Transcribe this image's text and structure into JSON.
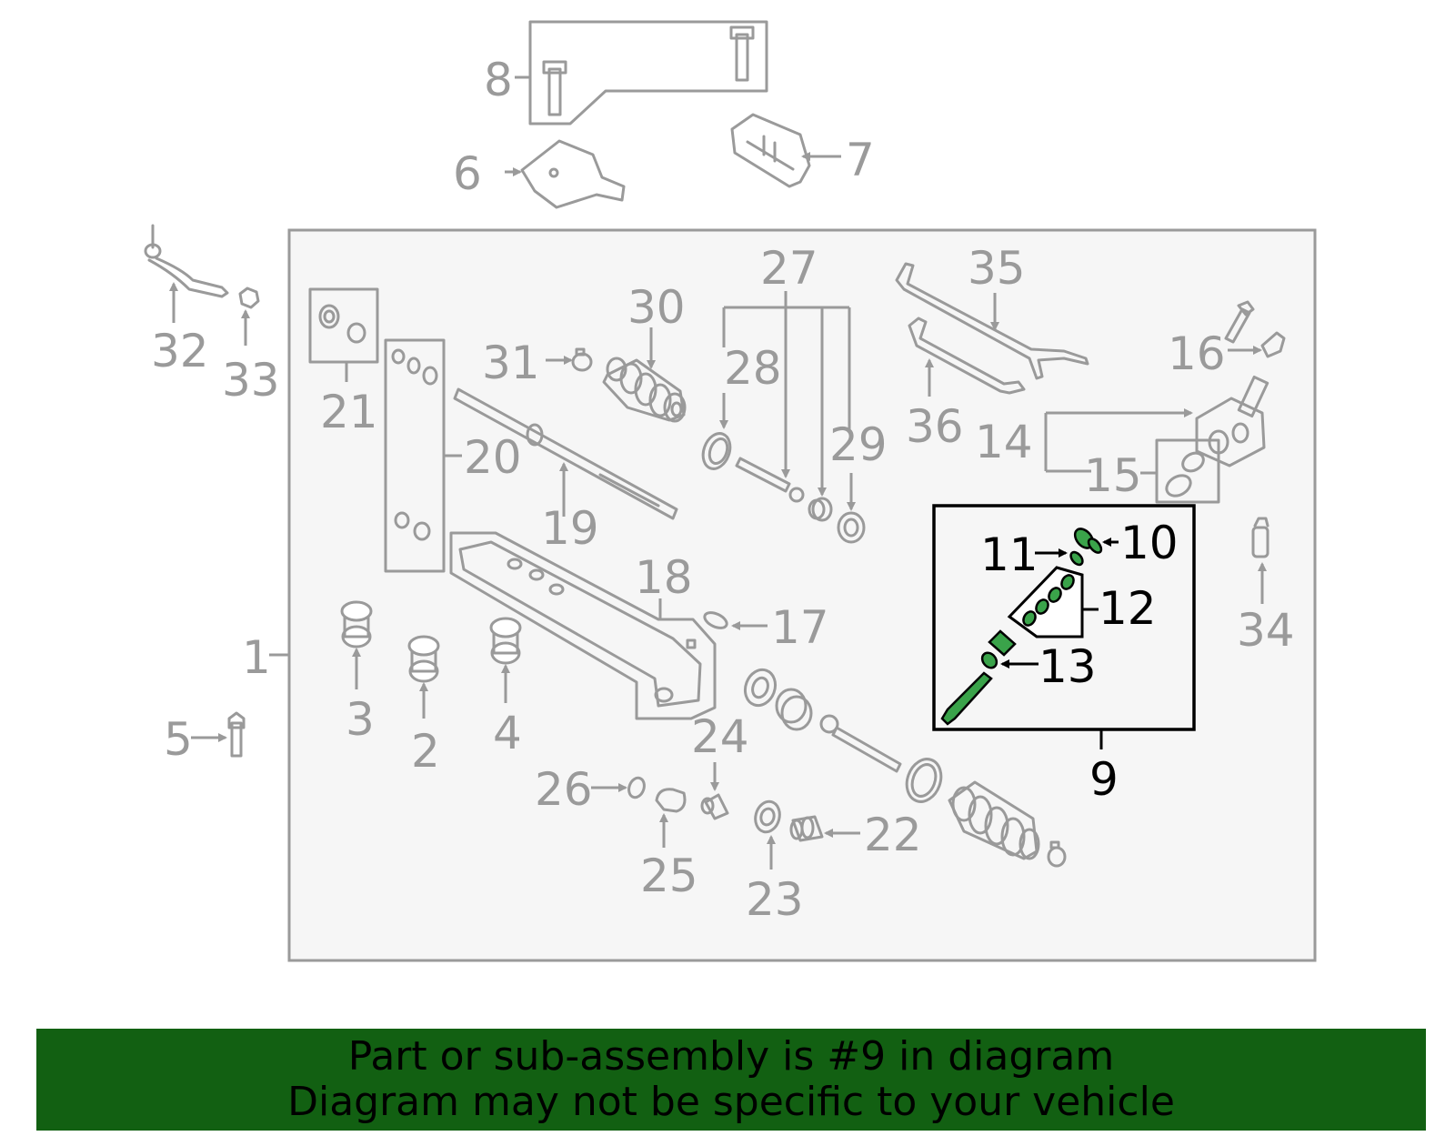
{
  "callouts": {
    "c1": "1",
    "c2": "2",
    "c3": "3",
    "c4": "4",
    "c5": "5",
    "c6": "6",
    "c7": "7",
    "c8": "8",
    "c9": "9",
    "c10": "10",
    "c11": "11",
    "c12": "12",
    "c13": "13",
    "c14": "14",
    "c15": "15",
    "c16": "16",
    "c17": "17",
    "c18": "18",
    "c19": "19",
    "c20": "20",
    "c21": "21",
    "c22": "22",
    "c23": "23",
    "c24": "24",
    "c25": "25",
    "c26": "26",
    "c27": "27",
    "c28": "28",
    "c29": "29",
    "c30": "30",
    "c31": "31",
    "c32": "32",
    "c33": "33",
    "c34": "34",
    "c35": "35",
    "c36": "36"
  },
  "highlighted_part": "9",
  "banner": {
    "line1": "Part or sub-assembly is #9 in diagram",
    "line2": "Diagram may not be specific to your vehicle",
    "background": "#126012"
  },
  "colors": {
    "part_gray": "#9a9a9a",
    "highlight_green": "#3aa34a",
    "highlight_text": "#000000"
  }
}
